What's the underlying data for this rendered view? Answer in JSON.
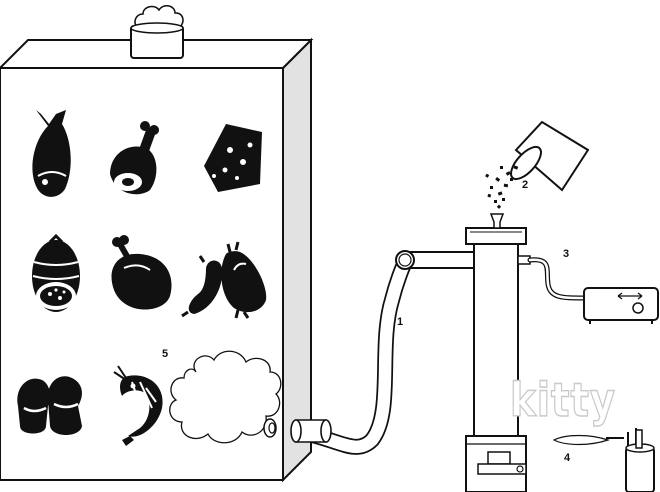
{
  "labels": {
    "hose": "1",
    "pellets": "2",
    "air_line": "3",
    "flame": "4",
    "smoke": "5"
  },
  "watermark": "kitty",
  "icons": [
    "fish-icon",
    "ham-leg-icon",
    "cheese-wedge-icon",
    "sausage-roll-icon",
    "poultry-icon",
    "sausages-icon",
    "mushrooms-icon",
    "shrimp-icon"
  ],
  "colors": {
    "ink": "#111111",
    "cabinet_side": "#e2e2e2",
    "paper": "#ffffff"
  }
}
